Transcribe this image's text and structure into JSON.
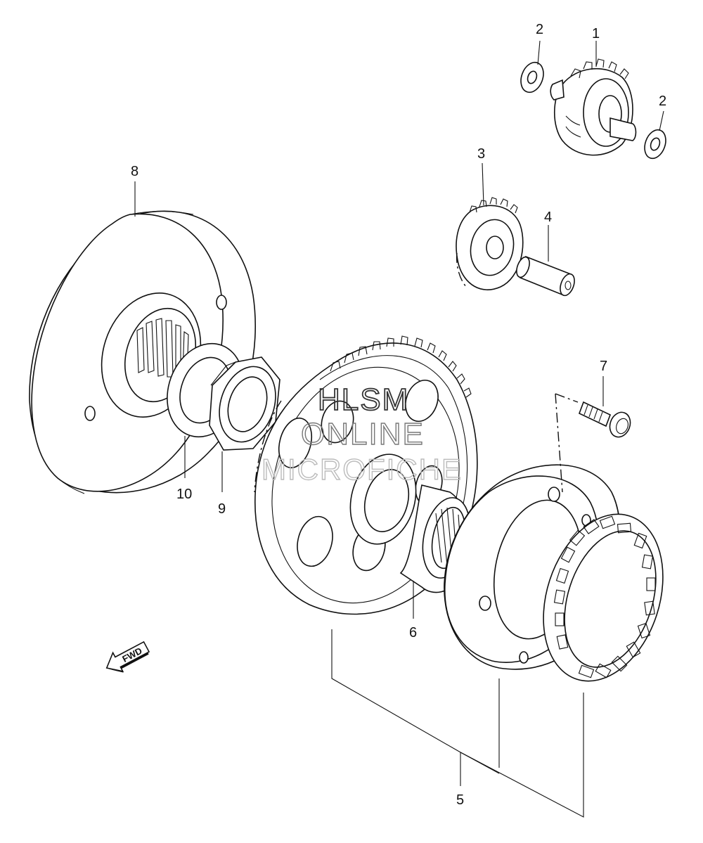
{
  "watermark": {
    "line1": "HLSM",
    "line2": "ONLINE",
    "line3": "MICROFICHE"
  },
  "direction_label": "FWD",
  "callouts": [
    {
      "id": "1",
      "label": "1"
    },
    {
      "id": "2a",
      "label": "2"
    },
    {
      "id": "2b",
      "label": "2"
    },
    {
      "id": "3",
      "label": "3"
    },
    {
      "id": "4",
      "label": "4"
    },
    {
      "id": "5",
      "label": "5"
    },
    {
      "id": "6",
      "label": "6"
    },
    {
      "id": "7",
      "label": "7"
    },
    {
      "id": "8",
      "label": "8"
    },
    {
      "id": "9",
      "label": "9"
    },
    {
      "id": "10",
      "label": "10"
    }
  ]
}
